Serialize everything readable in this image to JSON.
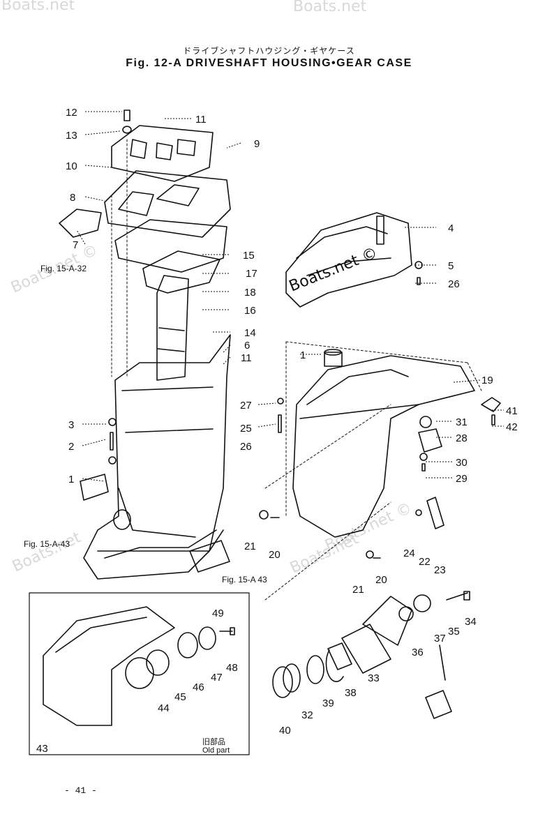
{
  "header": {
    "title_jp": "ドライブシャフトハウジング・ギヤケース",
    "title": "Fig. 12-A   DRIVESHAFT HOUSING•GEAR CASE"
  },
  "refs": {
    "r1": "Fig. 15-A-32",
    "r2": "Fig. 15-A-43",
    "r3": "Fig. 15-A 43"
  },
  "old_part": {
    "jp": "旧部品",
    "en": "Old part"
  },
  "page_number": "- 41 -",
  "watermarks": [
    "Boats.net",
    "Boats.net",
    "Boats.net ©",
    "Boats.net ©",
    "Boats.net",
    "Boats.net",
    "Boats.net ©"
  ],
  "callouts": [
    "1",
    "2",
    "3",
    "4",
    "5",
    "6",
    "7",
    "8",
    "9",
    "10",
    "11",
    "12",
    "13",
    "14",
    "15",
    "16",
    "17",
    "18",
    "19",
    "20",
    "21",
    "22",
    "23",
    "24",
    "25",
    "26",
    "27",
    "28",
    "29",
    "30",
    "31",
    "32",
    "33",
    "34",
    "35",
    "36",
    "37",
    "38",
    "39",
    "40",
    "41",
    "42",
    "43",
    "44",
    "45",
    "46",
    "47",
    "48",
    "49"
  ]
}
